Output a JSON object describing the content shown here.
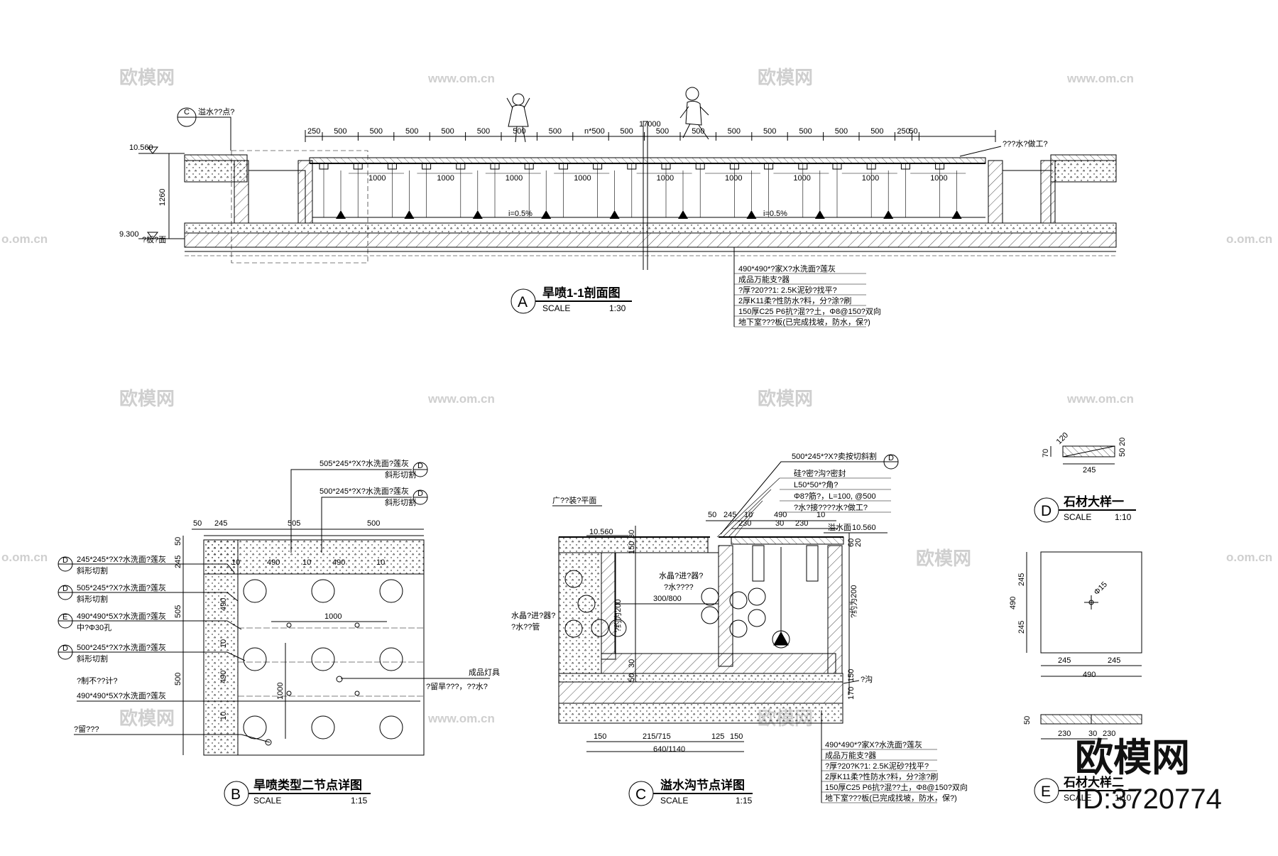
{
  "watermarks": {
    "logo_text": "欧模网",
    "url_text": "www.om.cn",
    "url_short": "o.om.cn"
  },
  "section_a": {
    "marker": "A",
    "title": "旱喷1-1剖面图",
    "scale_label": "SCALE",
    "scale": "1:30",
    "total_dim": "17000",
    "dims": [
      "250",
      "500",
      "500",
      "500",
      "500",
      "500",
      "500",
      "500",
      "n*500",
      "500",
      "500",
      "500",
      "500",
      "500",
      "500",
      "500",
      "500",
      "250",
      "50"
    ],
    "spacing_dims": [
      "1000",
      "1000",
      "1000",
      "1000",
      "1000",
      "1000",
      "1000",
      "1000",
      "1000"
    ],
    "slope": "i=0.5%",
    "elev_top": "10.560",
    "elev_bottom": "9.300",
    "height_dim": "1260",
    "callout_c": "C",
    "callout_c_text": "溢水??点?",
    "right_label": "???水?做工?",
    "bottom_elev_note": "?板?面",
    "layer_notes": [
      "490*490*?家X?水洗面?莲灰",
      "成品万能支?器",
      "?厚?20??1: 2.5K泥砂?找平?",
      "2厚K11柔?性防水?料，分?涂?刷",
      "150厚C25 P6抗?混??土，Φ8@150?双向",
      "地下室???板(已完成找坡，防水，保?)"
    ]
  },
  "section_b": {
    "marker": "B",
    "title": "旱喷类型二节点详图",
    "scale_label": "SCALE",
    "scale": "1:15",
    "top_dims": [
      "50",
      "245",
      "505",
      "500"
    ],
    "inner_dims": [
      "10",
      "490",
      "10",
      "490",
      "10"
    ],
    "side_dims": [
      "50",
      "245",
      "505",
      "500"
    ],
    "vert_dims": [
      "490",
      "10",
      "490",
      "10"
    ],
    "spacing": "1000",
    "callouts_top": [
      {
        "text": "505*245*?X?水洗面?莲灰",
        "sub": "斜形切割",
        "ref": "D"
      },
      {
        "text": "500*245*?X?水洗面?莲灰",
        "sub": "斜形切割",
        "ref": "D"
      }
    ],
    "callouts_left": [
      {
        "ref": "D",
        "text": "245*245*?X?水洗面?莲灰",
        "sub": "斜形切割"
      },
      {
        "ref": "D",
        "text": "505*245*?X?水洗面?莲灰",
        "sub": "斜形切割"
      },
      {
        "ref": "E",
        "text": "490*490*5X?水洗面?莲灰",
        "sub": "中?Φ30孔"
      },
      {
        "ref": "D",
        "text": "500*245*?X?水洗面?莲灰",
        "sub": "斜形切割"
      }
    ],
    "note_1": "?制不??计?",
    "note_2": "490*490*5X?水洗面?莲灰",
    "note_3": "?留???",
    "light_label": "成品灯具",
    "light_note": "?留旱???，??水?"
  },
  "section_c": {
    "marker": "C",
    "title": "溢水沟节点详图",
    "scale_label": "SCALE",
    "scale": "1:15",
    "elev_left": "10.560",
    "elev_right": "10.560",
    "water_level_label": "溢水面",
    "plaza_label": "广??装?平面",
    "top_dims": [
      "50",
      "245",
      "10",
      "490",
      "10"
    ],
    "sub_dims": [
      "230",
      "30",
      "230"
    ],
    "bottom_dims": [
      "150",
      "215/715",
      "125",
      "150"
    ],
    "bottom_total": "640/1140",
    "vertical_dims": [
      "150",
      "30",
      "50",
      "30",
      "150",
      "30"
    ],
    "right_dims": [
      "60",
      "20",
      "20",
      "170"
    ],
    "pipe_1": "水晶?进?器?",
    "pipe_1_sub": "?水????",
    "pipe_size": "300/800",
    "pipe_2": "水晶?进?器?",
    "pipe_2_sub": "?水??管",
    "lamp_note": "?约为200",
    "depth_note": "?约为200",
    "callout_top": "500*245*?X?卖按切斜割",
    "callout_top_ref": "D",
    "callout_lines": [
      "硅?密?沟?密封",
      "L50*50*?角?",
      "Φ8?筋?，L=100, @500",
      "?水?接????水?做工?"
    ],
    "bottom_note": "?沟",
    "layer_notes": [
      "490*490*?家X?水洗面?莲灰",
      "成品万能支?器",
      "?厚?20?K?1: 2.5K泥砂?找平?",
      "2厚K11柔?性防水?料，分?涂?刷",
      "150厚C25 P6抗?混??土，Φ8@150?双向",
      "地下室???板(已完成找坡，防水，保?)"
    ]
  },
  "section_d": {
    "marker": "D",
    "title": "石材大样一",
    "scale_label": "SCALE",
    "scale": "1:10",
    "dims": [
      "70",
      "120",
      "50",
      "20",
      "245"
    ]
  },
  "plan_e": {
    "dims_side": [
      "245",
      "490",
      "245"
    ],
    "dims_bottom": [
      "245",
      "245",
      "490"
    ],
    "hole": "Φ15"
  },
  "section_e": {
    "marker": "E",
    "title": "石材大样二",
    "scale_label": "SCALE",
    "scale": "1:10",
    "dims": [
      "50",
      "230",
      "30",
      "230"
    ]
  },
  "brand": {
    "name": "欧模网",
    "id": "ID:3720774"
  }
}
